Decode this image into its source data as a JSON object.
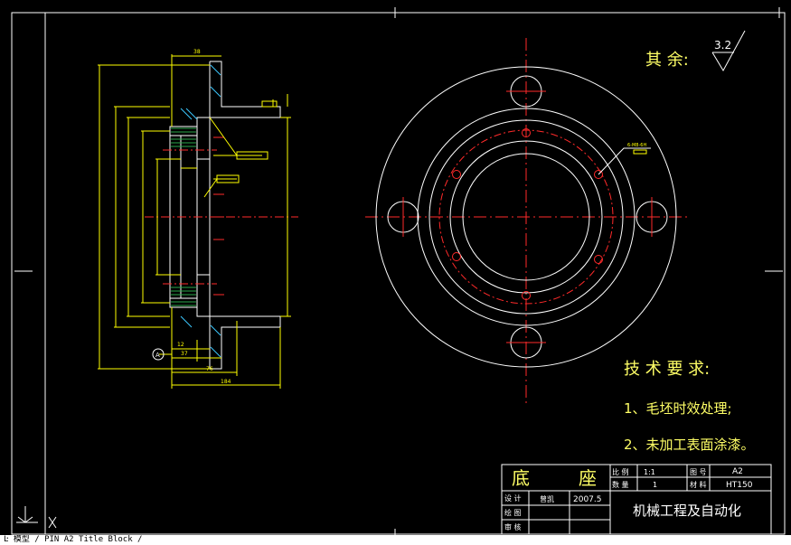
{
  "colors": {
    "background": "#000000",
    "frame": "#ffffff",
    "part": "#ffffff",
    "dimension": "#ffff00",
    "centerline": "#ff2a2a",
    "hatch": "#2aa84a",
    "hatch2": "#3cc8ff",
    "label": "#ffff66"
  },
  "surface_note": {
    "prefix": "其 余:",
    "roughness": "3.2"
  },
  "tech_requirements": {
    "title": "技 术 要 求:",
    "items": [
      "1、毛坯时效处理;",
      "2、未加工表面涂漆。"
    ]
  },
  "title_block": {
    "part_name_1": "底",
    "part_name_2": "座",
    "scale_label": "比 例",
    "scale_value": "1:1",
    "drawing_no_label": "图 号",
    "drawing_no_value": "A2",
    "qty_label": "数 量",
    "qty_value": "1",
    "material_label": "材 料",
    "material_value": "HT150",
    "design_label": "设 计",
    "designer": "曾凯",
    "date": "2007.5",
    "drawn_label": "绘 图",
    "check_label": "审 核",
    "school": "机械工程及自动化"
  },
  "section_dims": {
    "top_width": "38",
    "d1": "12",
    "d2": "37",
    "d3": "76",
    "d4": "184",
    "datum": "A"
  },
  "hole_note": "6-M8-6H",
  "status_text": "Ŀ 模型 / PIN A2 Title Block /"
}
